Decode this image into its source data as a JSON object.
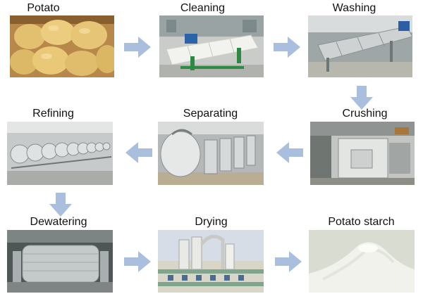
{
  "flow": {
    "steps": [
      {
        "label": "Potato"
      },
      {
        "label": "Cleaning"
      },
      {
        "label": "Washing"
      },
      {
        "label": "Crushing"
      },
      {
        "label": "Separating"
      },
      {
        "label": "Refining"
      },
      {
        "label": "Dewatering"
      },
      {
        "label": "Drying"
      },
      {
        "label": "Potato starch"
      }
    ],
    "arrow_color": "#a9bfdd"
  }
}
